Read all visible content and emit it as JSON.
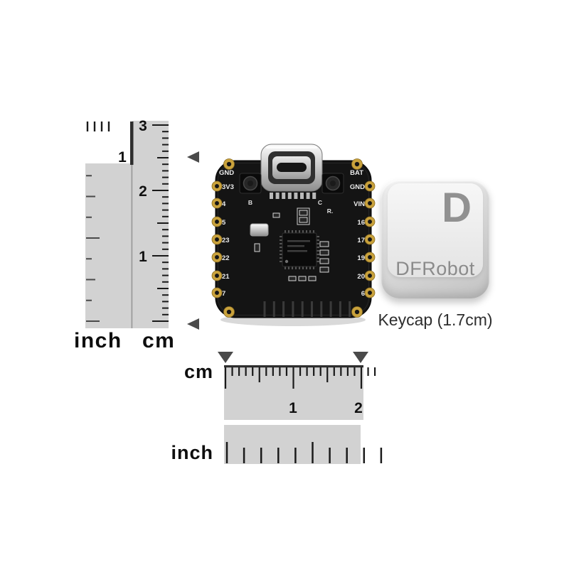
{
  "vertical_ruler": {
    "cm_numbers": [
      "3",
      "2",
      "1"
    ],
    "inch_numbers": [
      "1"
    ],
    "inch_label": "inch",
    "cm_label": "cm"
  },
  "horizontal_ruler": {
    "cm_label": "cm",
    "cm_numbers": [
      "1",
      "2"
    ],
    "inch_label": "inch"
  },
  "board": {
    "left_pin_labels": [
      "GND",
      "3V3",
      "4",
      "5",
      "23",
      "22",
      "21",
      "7"
    ],
    "right_pin_labels": [
      "BAT",
      "GND",
      "VIN",
      "16",
      "17",
      "19",
      "20",
      "6"
    ],
    "silkscreen_marks": [
      "B",
      "C",
      "R."
    ]
  },
  "keycap": {
    "letter": "D",
    "brand": "DFRobot",
    "caption": "Keycap (1.7cm)"
  },
  "colors": {
    "ruler_gray": "#d2d2d2",
    "marker_arrow": "#4a4a4a",
    "pcb_black": "#141414",
    "pad_gold": "#c9a23c"
  }
}
